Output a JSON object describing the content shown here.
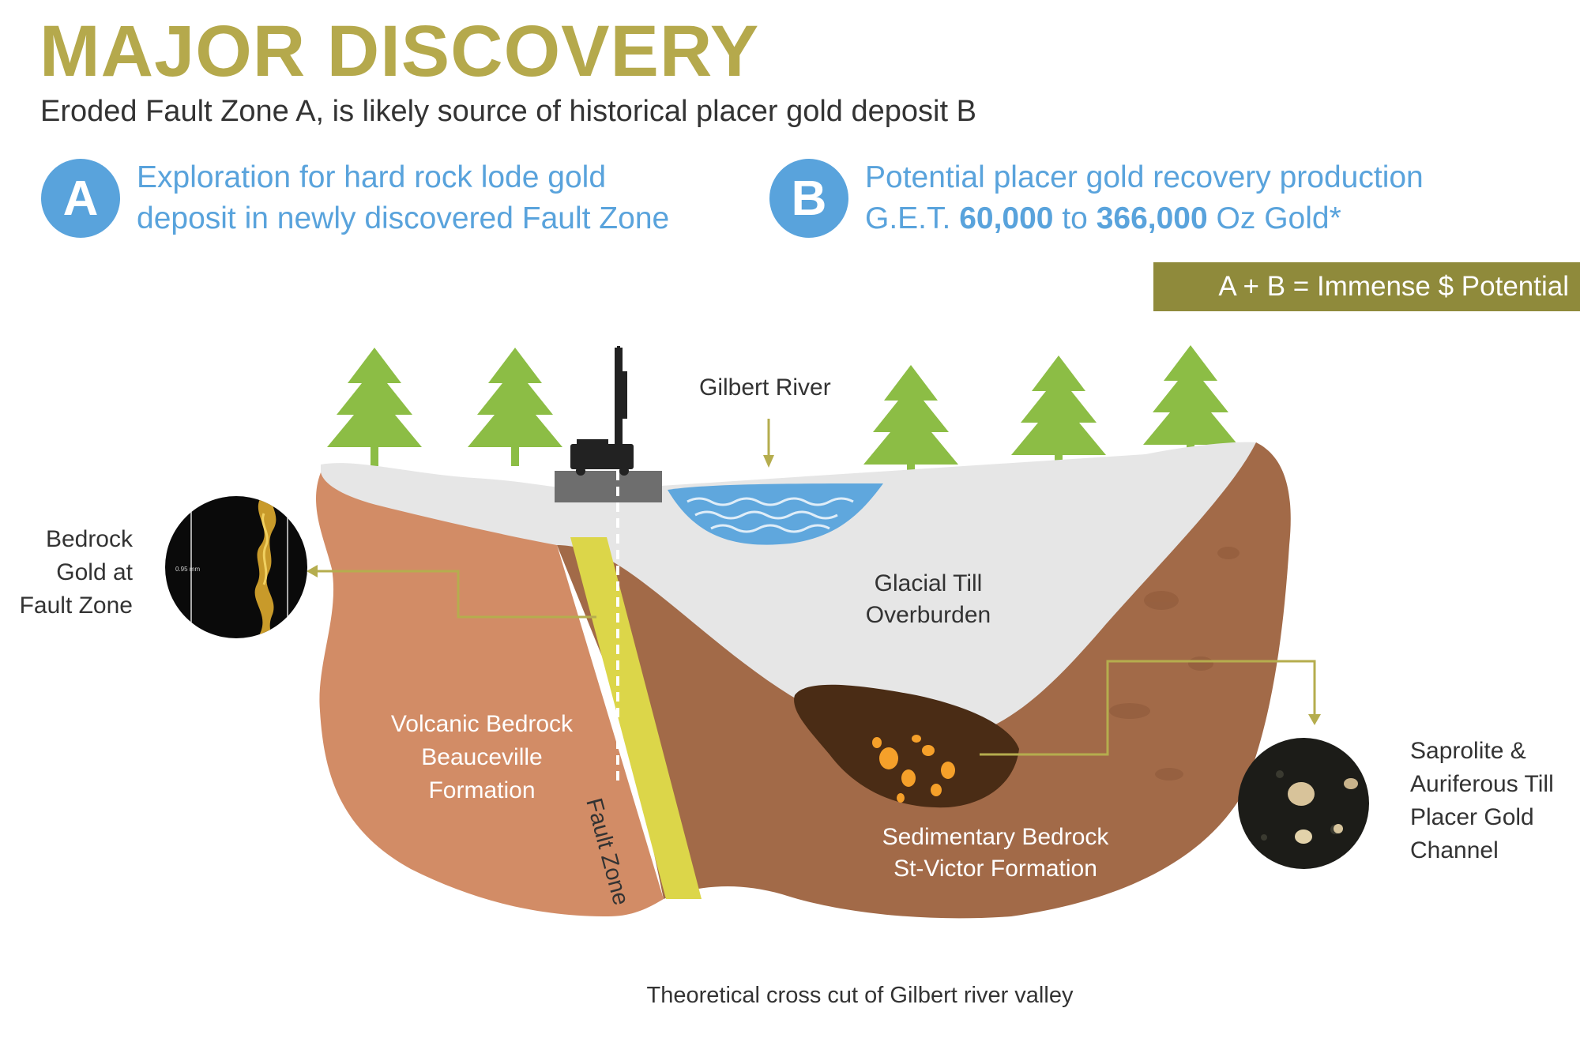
{
  "header": {
    "title": "MAJOR DISCOVERY",
    "subtitle": "Eroded Fault Zone A, is likely source of historical placer gold deposit B"
  },
  "points": {
    "a": {
      "badge": "A",
      "line1": "Exploration for hard rock lode gold",
      "line2": "deposit in newly discovered Fault Zone"
    },
    "b": {
      "badge": "B",
      "line1": "Potential placer gold recovery production",
      "line2_prefix": "G.E.T. ",
      "value_low": "60,000",
      "line2_mid": " to ",
      "value_high": "366,000",
      "line2_suffix": " Oz Gold*"
    }
  },
  "banner": "A + B = Immense $ Potential",
  "diagram": {
    "gilbert_river": "Gilbert River",
    "glacial_till": [
      "Glacial Till",
      "Overburden"
    ],
    "volcanic": [
      "Volcanic Bedrock",
      "Beauceville",
      "Formation"
    ],
    "fault_zone": "Fault Zone",
    "sedimentary": [
      "Sedimentary Bedrock",
      "St-Victor Formation"
    ],
    "bedrock_gold": [
      "Bedrock",
      "Gold at",
      "Fault Zone"
    ],
    "saprolite": [
      "Saprolite &",
      "Auriferous Till",
      "Placer Gold",
      "Channel"
    ],
    "scale_text": "0.95 mm"
  },
  "caption": "Theoretical cross cut of Gilbert river valley",
  "colors": {
    "title": "#b5a94c",
    "accent_blue": "#59a3dc",
    "banner": "#8f8a3b",
    "tree": "#8cbd45",
    "volcanic": "#d28c66",
    "sedimentary": "#a26a48",
    "glacial_till": "#e6e6e6",
    "fault": "#dcd649",
    "river": "#5fa7dd",
    "leader": "#b5ad4e"
  }
}
